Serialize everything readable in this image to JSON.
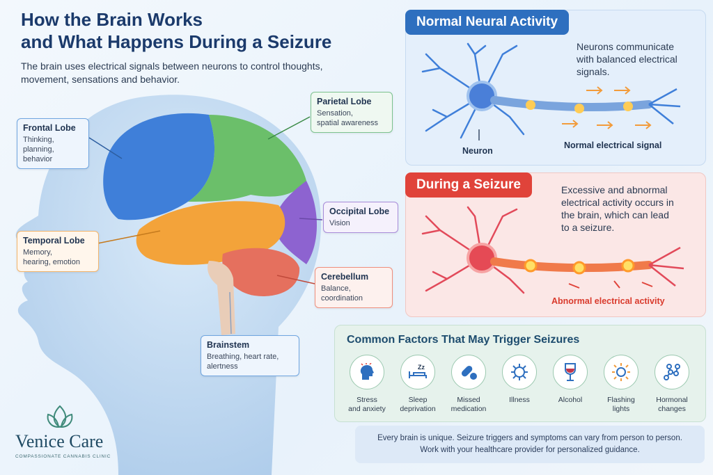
{
  "header": {
    "title_line1": "How the Brain Works",
    "title_line2": "and What Happens During a Seizure",
    "subtitle": "The brain uses electrical signals between neurons to control thoughts, movement, sensations and behavior."
  },
  "lobes": {
    "frontal": {
      "name": "Frontal Lobe",
      "desc": [
        "Thinking,",
        "planning,",
        "behavior"
      ]
    },
    "parietal": {
      "name": "Parietal Lobe",
      "desc": [
        "Sensation,",
        "spatial awareness"
      ]
    },
    "temporal": {
      "name": "Temporal Lobe",
      "desc": [
        "Memory,",
        "hearing, emotion"
      ]
    },
    "occipital": {
      "name": "Occipital Lobe",
      "desc": [
        "Vision"
      ]
    },
    "cerebellum": {
      "name": "Cerebellum",
      "desc": [
        "Balance,",
        "coordination"
      ]
    },
    "brainstem": {
      "name": "Brainstem",
      "desc": [
        "Breathing, heart rate,",
        "alertness"
      ]
    }
  },
  "normal": {
    "title": "Normal Neural Activity",
    "text": [
      "Neurons communicate",
      "with balanced electrical",
      "signals."
    ],
    "neuron_label": "Neuron",
    "signal_label": "Normal electrical signal"
  },
  "seizure": {
    "title": "During a Seizure",
    "text": [
      "Excessive and abnormal",
      "electrical activity occurs in",
      "the brain, which can lead",
      "to a seizure."
    ],
    "signal_label": "Abnormal electrical activity"
  },
  "factors": {
    "title": "Common Factors That May Trigger Seizures",
    "items": [
      {
        "label": [
          "Stress",
          "and anxiety"
        ],
        "icon": "stress-head-icon"
      },
      {
        "label": [
          "Sleep",
          "deprivation"
        ],
        "icon": "sleep-bed-icon"
      },
      {
        "label": [
          "Missed",
          "medication"
        ],
        "icon": "pill-icon"
      },
      {
        "label": [
          "Illness"
        ],
        "icon": "virus-icon"
      },
      {
        "label": [
          "Alcohol"
        ],
        "icon": "wine-glass-icon"
      },
      {
        "label": [
          "Flashing",
          "lights"
        ],
        "icon": "sun-light-icon"
      },
      {
        "label": [
          "Hormonal",
          "changes"
        ],
        "icon": "molecule-icon"
      }
    ]
  },
  "note": {
    "line1": "Every brain is unique. Seizure triggers and symptoms can vary from person to person.",
    "line2": "Work with your healthcare provider for personalized guidance."
  },
  "brand": {
    "name": "Venice Care",
    "tagline": "COMPASSIONATE CANNABIS CLINIC"
  },
  "colors": {
    "primary": "#2e6fbf",
    "seizure": "#e0433a",
    "title": "#1b3a6b"
  }
}
